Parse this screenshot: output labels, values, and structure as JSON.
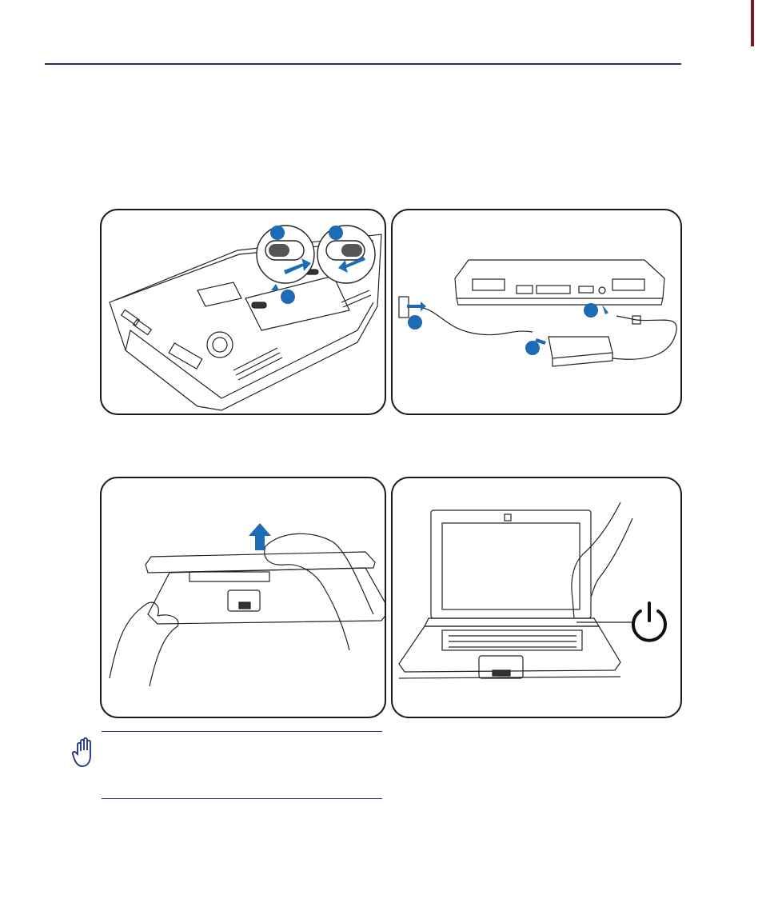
{
  "page": {
    "accent_color": "#1f2f7a",
    "side_tab_color": "#7a1826",
    "callout_color": "#1d6ab5"
  },
  "figures": [
    {
      "name": "battery-install",
      "callouts": [],
      "icons": [
        "lock-slider-icon",
        "arrow-icon"
      ]
    },
    {
      "name": "power-adapter-connect",
      "callouts": [],
      "icons": [
        "wall-outlet-icon",
        "power-adapter-icon"
      ]
    },
    {
      "name": "open-lid",
      "callouts": [],
      "icons": [
        "up-arrow-icon"
      ]
    },
    {
      "name": "power-on",
      "callouts": [],
      "icons": [
        "power-symbol-icon"
      ]
    }
  ],
  "note": {
    "icon": "hand-caution-icon",
    "text": ""
  }
}
